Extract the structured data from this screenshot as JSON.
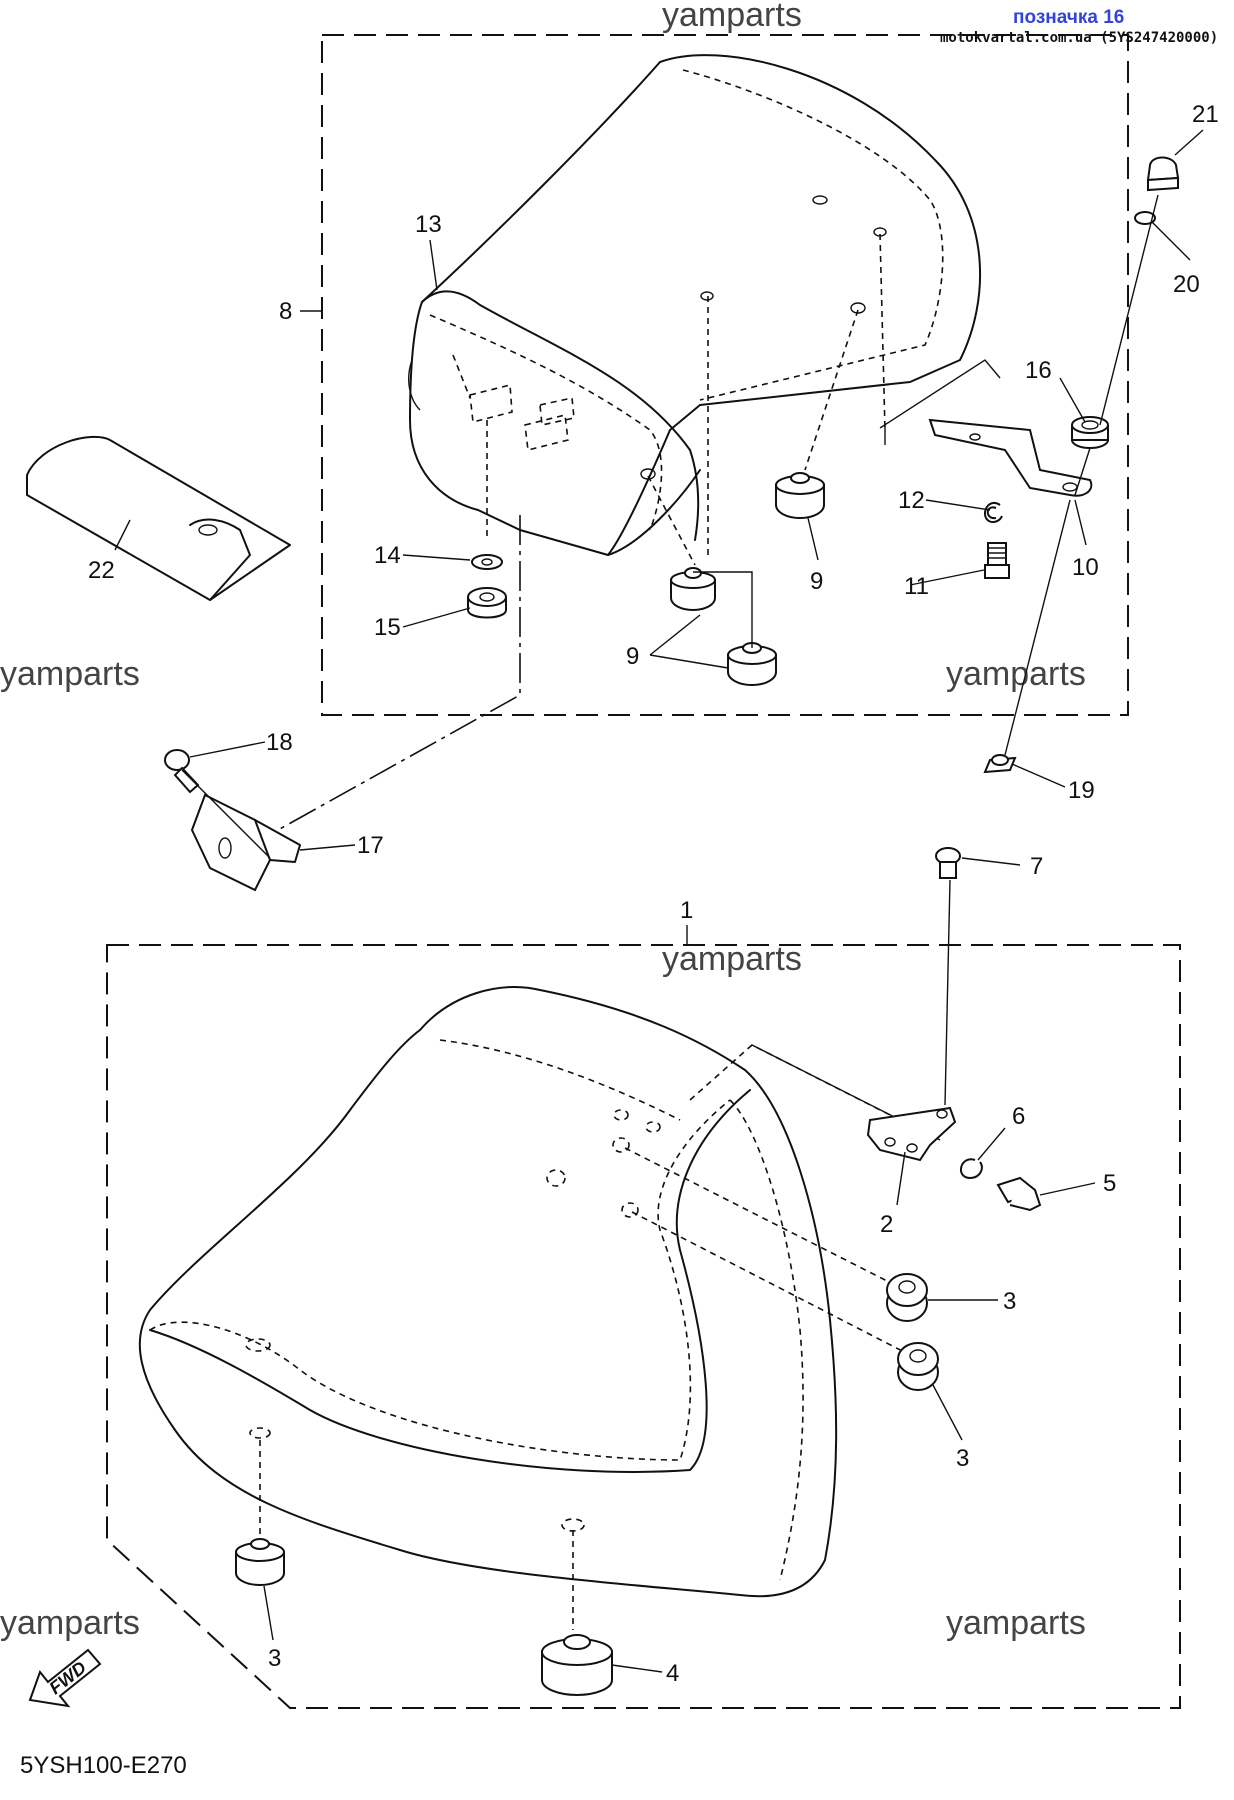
{
  "header": {
    "tagline": "позначка 16",
    "source": "motokvartal.com.ua (5YS247420000)"
  },
  "watermark": "yamparts",
  "diagram_code": "5YSH100-E270",
  "fwd_label": "FWD",
  "callouts": {
    "c1": "1",
    "c2": "2",
    "c3a": "3",
    "c3b": "3",
    "c3c": "3",
    "c4": "4",
    "c5": "5",
    "c6": "6",
    "c7": "7",
    "c8": "8",
    "c9a": "9",
    "c9b": "9",
    "c10": "10",
    "c11": "11",
    "c12": "12",
    "c13": "13",
    "c14": "14",
    "c15": "15",
    "c16": "16",
    "c17": "17",
    "c18": "18",
    "c19": "19",
    "c20": "20",
    "c21": "21",
    "c22": "22"
  }
}
